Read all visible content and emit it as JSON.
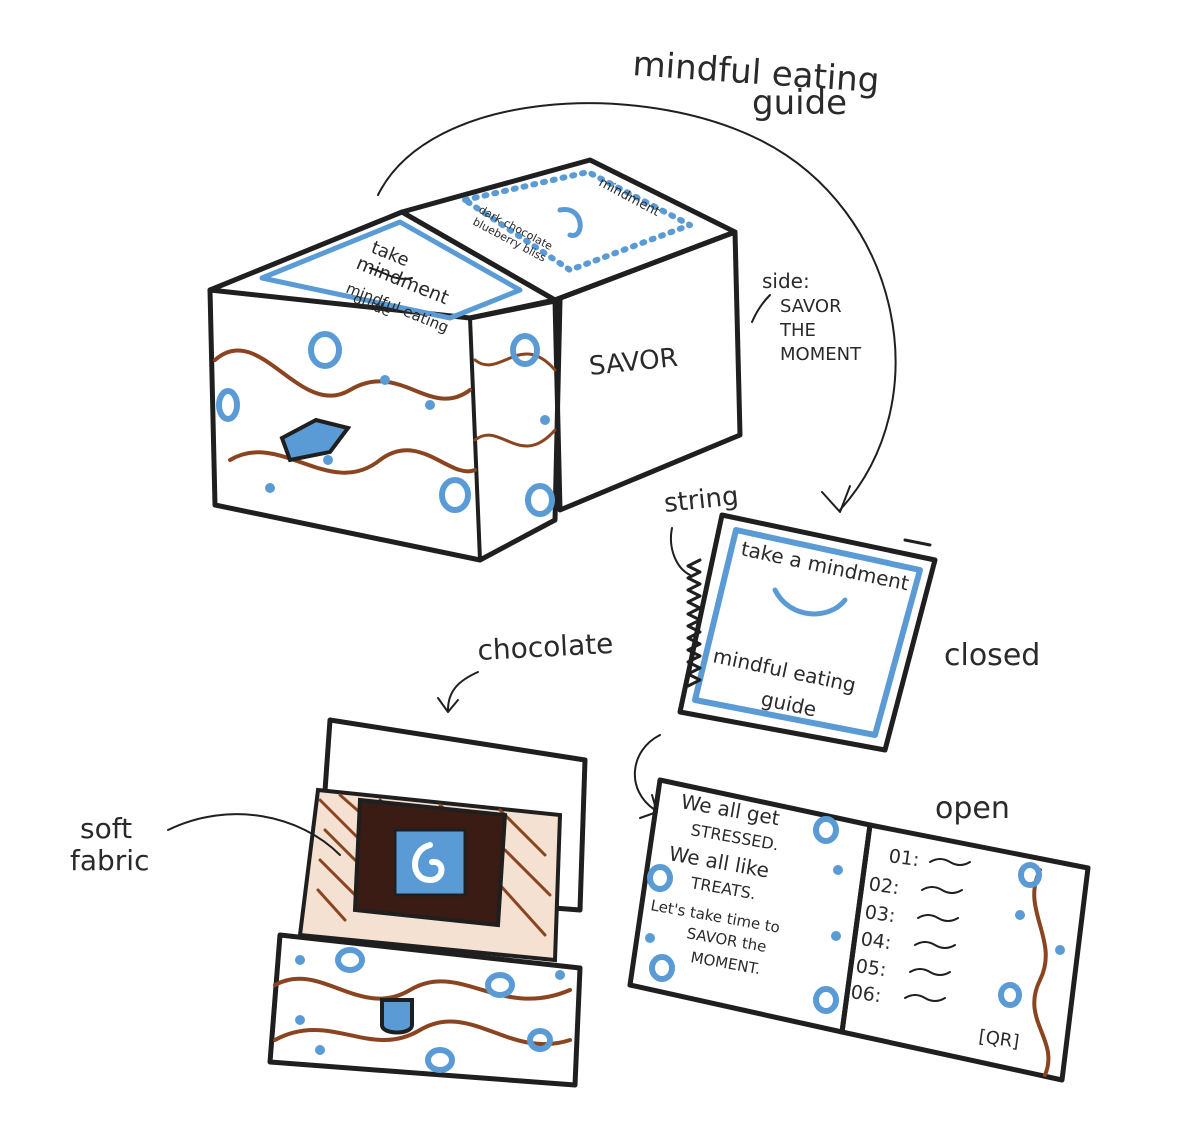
{
  "labels": {
    "guide_title_line1": "mindful eating",
    "guide_title_line2": "guide",
    "side_label": "side:",
    "side_line1": "SAVOR",
    "side_line2": "THE",
    "side_line3": "MOMENT",
    "box_side_text": "SAVOR",
    "string_label": "string",
    "closed_label": "closed",
    "chocolate_label": "chocolate",
    "soft_line1": "soft",
    "soft_line2": "fabric",
    "open_label": "open"
  },
  "box_lid": {
    "left_line1": "take",
    "left_line2": "mindment",
    "left_line3": "mindful eating",
    "left_line4": "guide",
    "right_line1": "mindment",
    "right_line2": "dark chocolate",
    "right_line3": "blueberry bliss"
  },
  "booklet_closed": {
    "line1": "take a mindment",
    "line2": "mindful eating",
    "line3": "guide"
  },
  "booklet_open": {
    "left_lines": [
      "We all get",
      "STRESSED.",
      "We all like",
      "TREATS.",
      "Let's take time to",
      "SAVOR the",
      "MOMENT."
    ],
    "steps": [
      "01:",
      "02:",
      "03:",
      "04:",
      "05:",
      "06:"
    ],
    "qr_label": "[QR]"
  },
  "colors": {
    "ink": "#1f1f1f",
    "blue_accent": "#5b9bd5",
    "brown_accent": "#8a4520",
    "chocolate": "#3a1c14"
  }
}
